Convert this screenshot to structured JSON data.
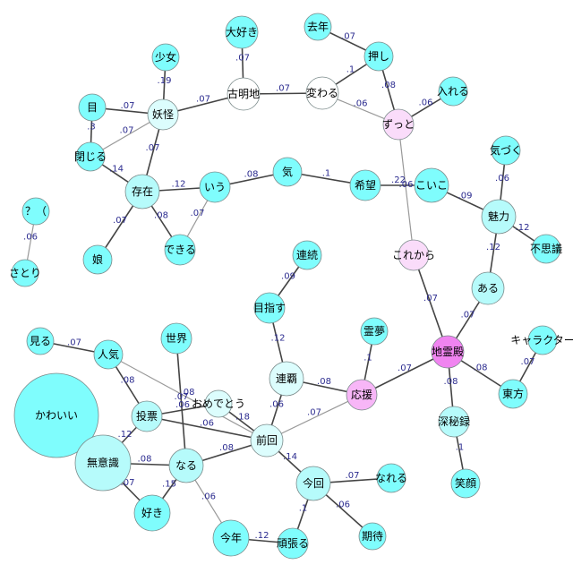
{
  "colors": {
    "cyan": "#7ffdfd",
    "light_cyan": "#b6fbfb",
    "pale_cyan": "#dcfdfd",
    "white_node": "#ffffff",
    "magenta": "#f084f0",
    "light_magenta": "#f7b6f7",
    "pale_magenta": "#fadcfa",
    "node_stroke": "#7a8a8a",
    "edge_dark": "#444444",
    "edge_light": "#999999",
    "edge_label": "#2b2b8f"
  },
  "nodes": [
    {
      "id": "kawaii",
      "label": "かわいい",
      "color": "cyan"
    },
    {
      "id": "muishiki",
      "label": "無意識",
      "color": "light_cyan"
    },
    {
      "id": "naru",
      "label": "なる",
      "color": "light_cyan"
    },
    {
      "id": "suki",
      "label": "好き",
      "color": "cyan"
    },
    {
      "id": "touhyou",
      "label": "投票",
      "color": "light_cyan"
    },
    {
      "id": "ninki",
      "label": "人気",
      "color": "cyan"
    },
    {
      "id": "miru",
      "label": "見る",
      "color": "cyan"
    },
    {
      "id": "sekai",
      "label": "世界",
      "color": "cyan"
    },
    {
      "id": "omedetou",
      "label": "おめでとう",
      "color": "pale_cyan"
    },
    {
      "id": "zenkai",
      "label": "前回",
      "color": "pale_cyan"
    },
    {
      "id": "renpa",
      "label": "連覇",
      "color": "pale_cyan"
    },
    {
      "id": "mezasu",
      "label": "目指す",
      "color": "cyan"
    },
    {
      "id": "renzoku",
      "label": "連続",
      "color": "cyan"
    },
    {
      "id": "konkai",
      "label": "今回",
      "color": "light_cyan"
    },
    {
      "id": "nareru",
      "label": "なれる",
      "color": "cyan"
    },
    {
      "id": "kitai",
      "label": "期待",
      "color": "cyan"
    },
    {
      "id": "ganbaru",
      "label": "頑張る",
      "color": "cyan"
    },
    {
      "id": "kotoshi",
      "label": "今年",
      "color": "cyan"
    },
    {
      "id": "ouen",
      "label": "応援",
      "color": "light_magenta"
    },
    {
      "id": "reimu",
      "label": "霊夢",
      "color": "cyan"
    },
    {
      "id": "chireiden",
      "label": "地霊殿",
      "color": "magenta"
    },
    {
      "id": "korekara",
      "label": "これから",
      "color": "pale_magenta"
    },
    {
      "id": "zutto",
      "label": "ずっと",
      "color": "pale_magenta"
    },
    {
      "id": "ireru",
      "label": "入れる",
      "color": "cyan"
    },
    {
      "id": "oshi",
      "label": "押し",
      "color": "cyan"
    },
    {
      "id": "kyonen",
      "label": "去年",
      "color": "cyan"
    },
    {
      "id": "kawaru",
      "label": "変わる",
      "color": "white_node"
    },
    {
      "id": "komeiji",
      "label": "古明地",
      "color": "white_node"
    },
    {
      "id": "daisuki",
      "label": "大好き",
      "color": "cyan"
    },
    {
      "id": "youkai",
      "label": "妖怪",
      "color": "pale_cyan"
    },
    {
      "id": "shoujo",
      "label": "少女",
      "color": "cyan"
    },
    {
      "id": "me",
      "label": "目",
      "color": "cyan"
    },
    {
      "id": "tojiru",
      "label": "閉じる",
      "color": "cyan"
    },
    {
      "id": "sonzai",
      "label": "存在",
      "color": "light_cyan"
    },
    {
      "id": "iu",
      "label": "いう",
      "color": "cyan"
    },
    {
      "id": "ki",
      "label": "気",
      "color": "cyan"
    },
    {
      "id": "kibou",
      "label": "希望",
      "color": "cyan"
    },
    {
      "id": "koishi",
      "label": "こいこ",
      "color": "cyan"
    },
    {
      "id": "miryoku",
      "label": "魅力",
      "color": "light_cyan"
    },
    {
      "id": "kizuku",
      "label": "気づく",
      "color": "cyan"
    },
    {
      "id": "fushigi",
      "label": "不思議",
      "color": "cyan"
    },
    {
      "id": "aru",
      "label": "ある",
      "color": "light_cyan"
    },
    {
      "id": "musume",
      "label": "娘",
      "color": "cyan"
    },
    {
      "id": "dekiru",
      "label": "できる",
      "color": "cyan"
    },
    {
      "id": "q",
      "label": "？（",
      "color": "cyan"
    },
    {
      "id": "satori",
      "label": "さとり",
      "color": "cyan"
    },
    {
      "id": "character",
      "label": "キャラクター",
      "color": "cyan"
    },
    {
      "id": "touhou",
      "label": "東方",
      "color": "cyan"
    },
    {
      "id": "shinpiroku",
      "label": "深秘録",
      "color": "light_cyan"
    },
    {
      "id": "egao",
      "label": "笑顔",
      "color": "cyan"
    }
  ],
  "edges": [
    {
      "from": "kawaii",
      "to": "muishiki",
      "label": "",
      "dark": true
    },
    {
      "from": "muishiki",
      "to": "touhyou",
      "label": ".12",
      "dark": true
    },
    {
      "from": "muishiki",
      "to": "naru",
      "label": ".08",
      "dark": true
    },
    {
      "from": "muishiki",
      "to": "suki",
      "label": ".07",
      "dark": true
    },
    {
      "from": "naru",
      "to": "suki",
      "label": ".15",
      "dark": true
    },
    {
      "from": "naru",
      "to": "sekai",
      "label": ".07",
      "dark": true
    },
    {
      "from": "naru",
      "to": "kotoshi",
      "label": ".06",
      "dark": false
    },
    {
      "from": "naru",
      "to": "zenkai",
      "label": ".08",
      "dark": true
    },
    {
      "from": "touhyou",
      "to": "ninki",
      "label": ".08",
      "dark": true
    },
    {
      "from": "touhyou",
      "to": "omedetou",
      "label": ".06",
      "dark": true
    },
    {
      "from": "touhyou",
      "to": "zenkai",
      "label": ".06",
      "dark": true
    },
    {
      "from": "ninki",
      "to": "miru",
      "label": ".07",
      "dark": true
    },
    {
      "from": "ninki",
      "to": "zenkai",
      "label": ".08",
      "dark": false
    },
    {
      "from": "omedetou",
      "to": "zenkai",
      "label": ".18",
      "dark": true
    },
    {
      "from": "zenkai",
      "to": "renpa",
      "label": ".06",
      "dark": true
    },
    {
      "from": "zenkai",
      "to": "konkai",
      "label": ".14",
      "dark": true
    },
    {
      "from": "zenkai",
      "to": "ouen",
      "label": ".07",
      "dark": false
    },
    {
      "from": "renpa",
      "to": "mezasu",
      "label": ".12",
      "dark": true
    },
    {
      "from": "renpa",
      "to": "ouen",
      "label": ".08",
      "dark": true
    },
    {
      "from": "mezasu",
      "to": "renzoku",
      "label": ".09",
      "dark": true
    },
    {
      "from": "konkai",
      "to": "nareru",
      "label": ".07",
      "dark": true
    },
    {
      "from": "konkai",
      "to": "kitai",
      "label": ".06",
      "dark": true
    },
    {
      "from": "konkai",
      "to": "ganbaru",
      "label": ".1",
      "dark": true
    },
    {
      "from": "kotoshi",
      "to": "ganbaru",
      "label": ".12",
      "dark": true
    },
    {
      "from": "ouen",
      "to": "reimu",
      "label": ".1",
      "dark": true
    },
    {
      "from": "ouen",
      "to": "chireiden",
      "label": ".07",
      "dark": true
    },
    {
      "from": "chireiden",
      "to": "aru",
      "label": ".07",
      "dark": true
    },
    {
      "from": "chireiden",
      "to": "korekara",
      "label": ".07",
      "dark": true
    },
    {
      "from": "chireiden",
      "to": "touhou",
      "label": ".08",
      "dark": true
    },
    {
      "from": "chireiden",
      "to": "shinpiroku",
      "label": ".08",
      "dark": true
    },
    {
      "from": "touhou",
      "to": "character",
      "label": ".07",
      "dark": true
    },
    {
      "from": "shinpiroku",
      "to": "egao",
      "label": ".1",
      "dark": true
    },
    {
      "from": "korekara",
      "to": "zutto",
      "label": ".06",
      "dark": false
    },
    {
      "from": "zutto",
      "to": "ireru",
      "label": ".06",
      "dark": true
    },
    {
      "from": "zutto",
      "to": "oshi",
      "label": ".08",
      "dark": true
    },
    {
      "from": "zutto",
      "to": "kawaru",
      "label": ".06",
      "dark": false
    },
    {
      "from": "oshi",
      "to": "kyonen",
      "label": ".07",
      "dark": true
    },
    {
      "from": "oshi",
      "to": "kawaru",
      "label": ".1",
      "dark": true
    },
    {
      "from": "kawaru",
      "to": "komeiji",
      "label": ".07",
      "dark": true
    },
    {
      "from": "komeiji",
      "to": "daisuki",
      "label": ".07",
      "dark": true
    },
    {
      "from": "komeiji",
      "to": "youkai",
      "label": ".07",
      "dark": true
    },
    {
      "from": "youkai",
      "to": "shoujo",
      "label": ".19",
      "dark": true
    },
    {
      "from": "youkai",
      "to": "me",
      "label": ".07",
      "dark": true
    },
    {
      "from": "youkai",
      "to": "tojiru",
      "label": ".07",
      "dark": false
    },
    {
      "from": "youkai",
      "to": "sonzai",
      "label": ".07",
      "dark": true
    },
    {
      "from": "me",
      "to": "tojiru",
      "label": ".3",
      "dark": true
    },
    {
      "from": "tojiru",
      "to": "sonzai",
      "label": ".14",
      "dark": true
    },
    {
      "from": "sonzai",
      "to": "iu",
      "label": ".12",
      "dark": true
    },
    {
      "from": "sonzai",
      "to": "musume",
      "label": ".07",
      "dark": true
    },
    {
      "from": "sonzai",
      "to": "dekiru",
      "label": ".08",
      "dark": true
    },
    {
      "from": "iu",
      "to": "dekiru",
      "label": ".07",
      "dark": false
    },
    {
      "from": "iu",
      "to": "ki",
      "label": ".08",
      "dark": true
    },
    {
      "from": "ki",
      "to": "kibou",
      "label": ".1",
      "dark": true
    },
    {
      "from": "kibou",
      "to": "koishi",
      "label": ".22",
      "dark": true
    },
    {
      "from": "koishi",
      "to": "miryoku",
      "label": ".09",
      "dark": true
    },
    {
      "from": "miryoku",
      "to": "kizuku",
      "label": ".06",
      "dark": true
    },
    {
      "from": "miryoku",
      "to": "fushigi",
      "label": ".12",
      "dark": true
    },
    {
      "from": "miryoku",
      "to": "aru",
      "label": ".12",
      "dark": true
    },
    {
      "from": "q",
      "to": "satori",
      "label": ".06",
      "dark": false
    }
  ]
}
